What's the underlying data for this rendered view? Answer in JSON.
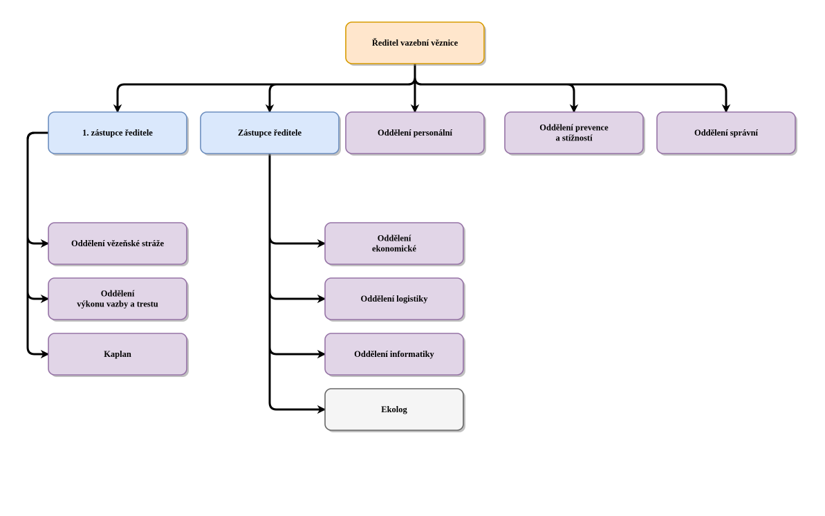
{
  "nodes": {
    "director": {
      "lines": [
        "Ředitel vazební věznice"
      ],
      "color": "orange"
    },
    "deputy1": {
      "lines": [
        "1. zástupce ředitele"
      ],
      "color": "blue"
    },
    "deputy": {
      "lines": [
        "Zástupce ředitele"
      ],
      "color": "blue"
    },
    "personnel": {
      "lines": [
        "Oddělení personální"
      ],
      "color": "purple"
    },
    "prevention": {
      "lines": [
        "Oddělení prevence",
        "a stížností"
      ],
      "color": "purple"
    },
    "administrative": {
      "lines": [
        "Oddělení správní"
      ],
      "color": "purple"
    },
    "guard": {
      "lines": [
        "Oddělení vězeňské stráže"
      ],
      "color": "purple"
    },
    "custody": {
      "lines": [
        "Oddělení",
        "výkonu vazby a trestu"
      ],
      "color": "purple"
    },
    "chaplain": {
      "lines": [
        "Kaplan"
      ],
      "color": "purple"
    },
    "economic": {
      "lines": [
        "Oddělení",
        "ekonomické"
      ],
      "color": "purple"
    },
    "logistics": {
      "lines": [
        "Oddělení logistiky"
      ],
      "color": "purple"
    },
    "it": {
      "lines": [
        "Oddělení informatiky"
      ],
      "color": "purple"
    },
    "ecologist": {
      "lines": [
        "Ekolog"
      ],
      "color": "gray"
    }
  },
  "edges": [
    {
      "from": "director",
      "to": "deputy1"
    },
    {
      "from": "director",
      "to": "deputy"
    },
    {
      "from": "director",
      "to": "personnel"
    },
    {
      "from": "director",
      "to": "prevention"
    },
    {
      "from": "director",
      "to": "administrative"
    },
    {
      "from": "deputy1",
      "to": "guard"
    },
    {
      "from": "deputy1",
      "to": "custody"
    },
    {
      "from": "deputy1",
      "to": "chaplain"
    },
    {
      "from": "deputy",
      "to": "economic"
    },
    {
      "from": "deputy",
      "to": "logistics"
    },
    {
      "from": "deputy",
      "to": "it"
    },
    {
      "from": "deputy",
      "to": "ecologist"
    }
  ]
}
